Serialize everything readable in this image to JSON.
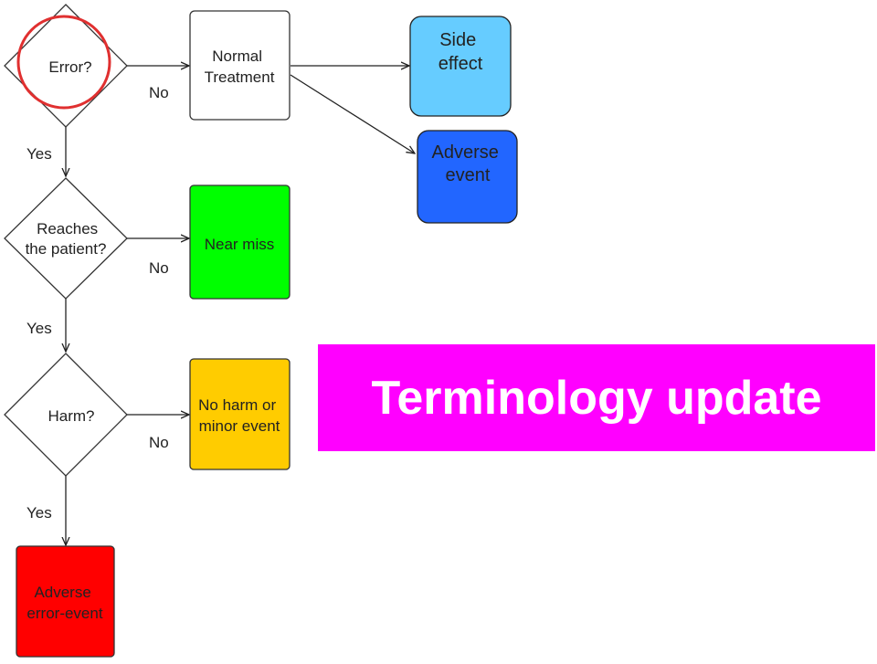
{
  "diagram": {
    "decisions": {
      "error": {
        "label": [
          "Error?"
        ]
      },
      "reaches": {
        "label": [
          "Reaches",
          "the patient?"
        ]
      },
      "harm": {
        "label": [
          "Harm?"
        ]
      }
    },
    "outcomes": {
      "normal_treatment": {
        "label": [
          "Normal",
          "Treatment"
        ],
        "fill": "#ffffff"
      },
      "side_effect": {
        "label": [
          "Side",
          "effect"
        ],
        "fill": "#66ccff"
      },
      "adverse_event": {
        "label": [
          "Adverse",
          "event"
        ],
        "fill": "#2266ff"
      },
      "near_miss": {
        "label": [
          "Near miss"
        ],
        "fill": "#00ff00"
      },
      "no_harm": {
        "label": [
          "No harm or",
          "minor event"
        ],
        "fill": "#ffcc00"
      },
      "adverse_error_event": {
        "label": [
          "Adverse",
          "error-event"
        ],
        "fill": "#ff0000"
      }
    },
    "edges": {
      "no_1": "No",
      "no_2": "No",
      "no_3": "No",
      "yes_1": "Yes",
      "yes_2": "Yes",
      "yes_3": "Yes"
    },
    "highlight_color": "#e03030"
  },
  "banner": {
    "text": "Terminology update",
    "color": "#ff00ff"
  }
}
